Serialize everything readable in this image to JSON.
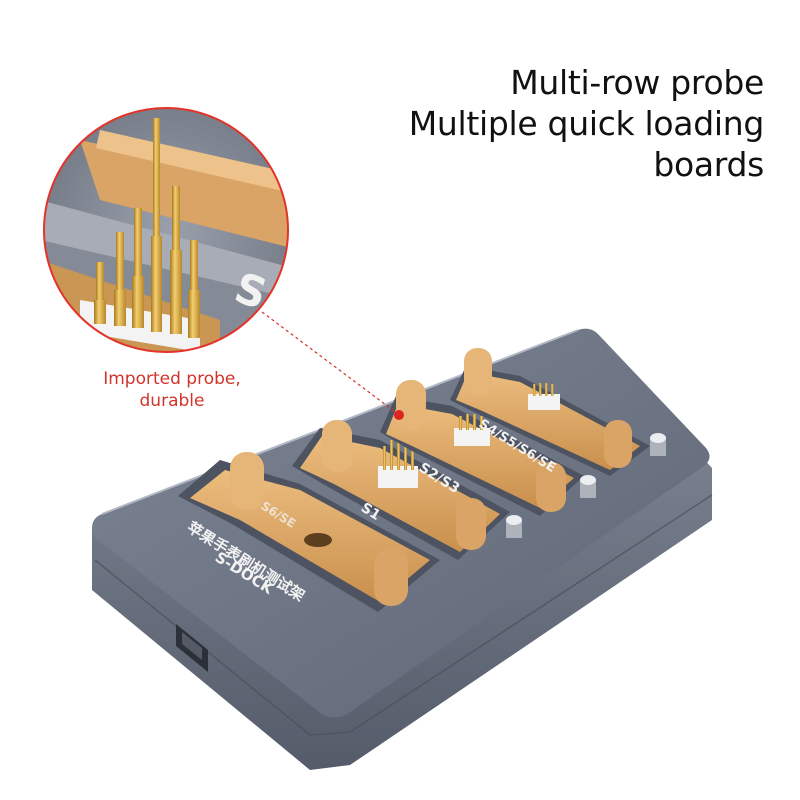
{
  "headline": {
    "line1": "Multi-row probe",
    "line2": "Multiple quick loading",
    "line3": "boards"
  },
  "callout": {
    "line1": "Imported probe,",
    "line2": "durable",
    "accent_color": "#d0342c"
  },
  "device": {
    "chinese_title": "苹果手表刷机测试架",
    "model": "S-DOCK",
    "zoom_label": "S",
    "slots": [
      {
        "label": "S6/SE"
      },
      {
        "label": "S1"
      },
      {
        "label": "S2/S3"
      },
      {
        "label": "S4/S5/S6/SE"
      }
    ]
  },
  "colors": {
    "body": "#6d7585",
    "connector": "#d9a466",
    "probe": "#d9a43a"
  }
}
